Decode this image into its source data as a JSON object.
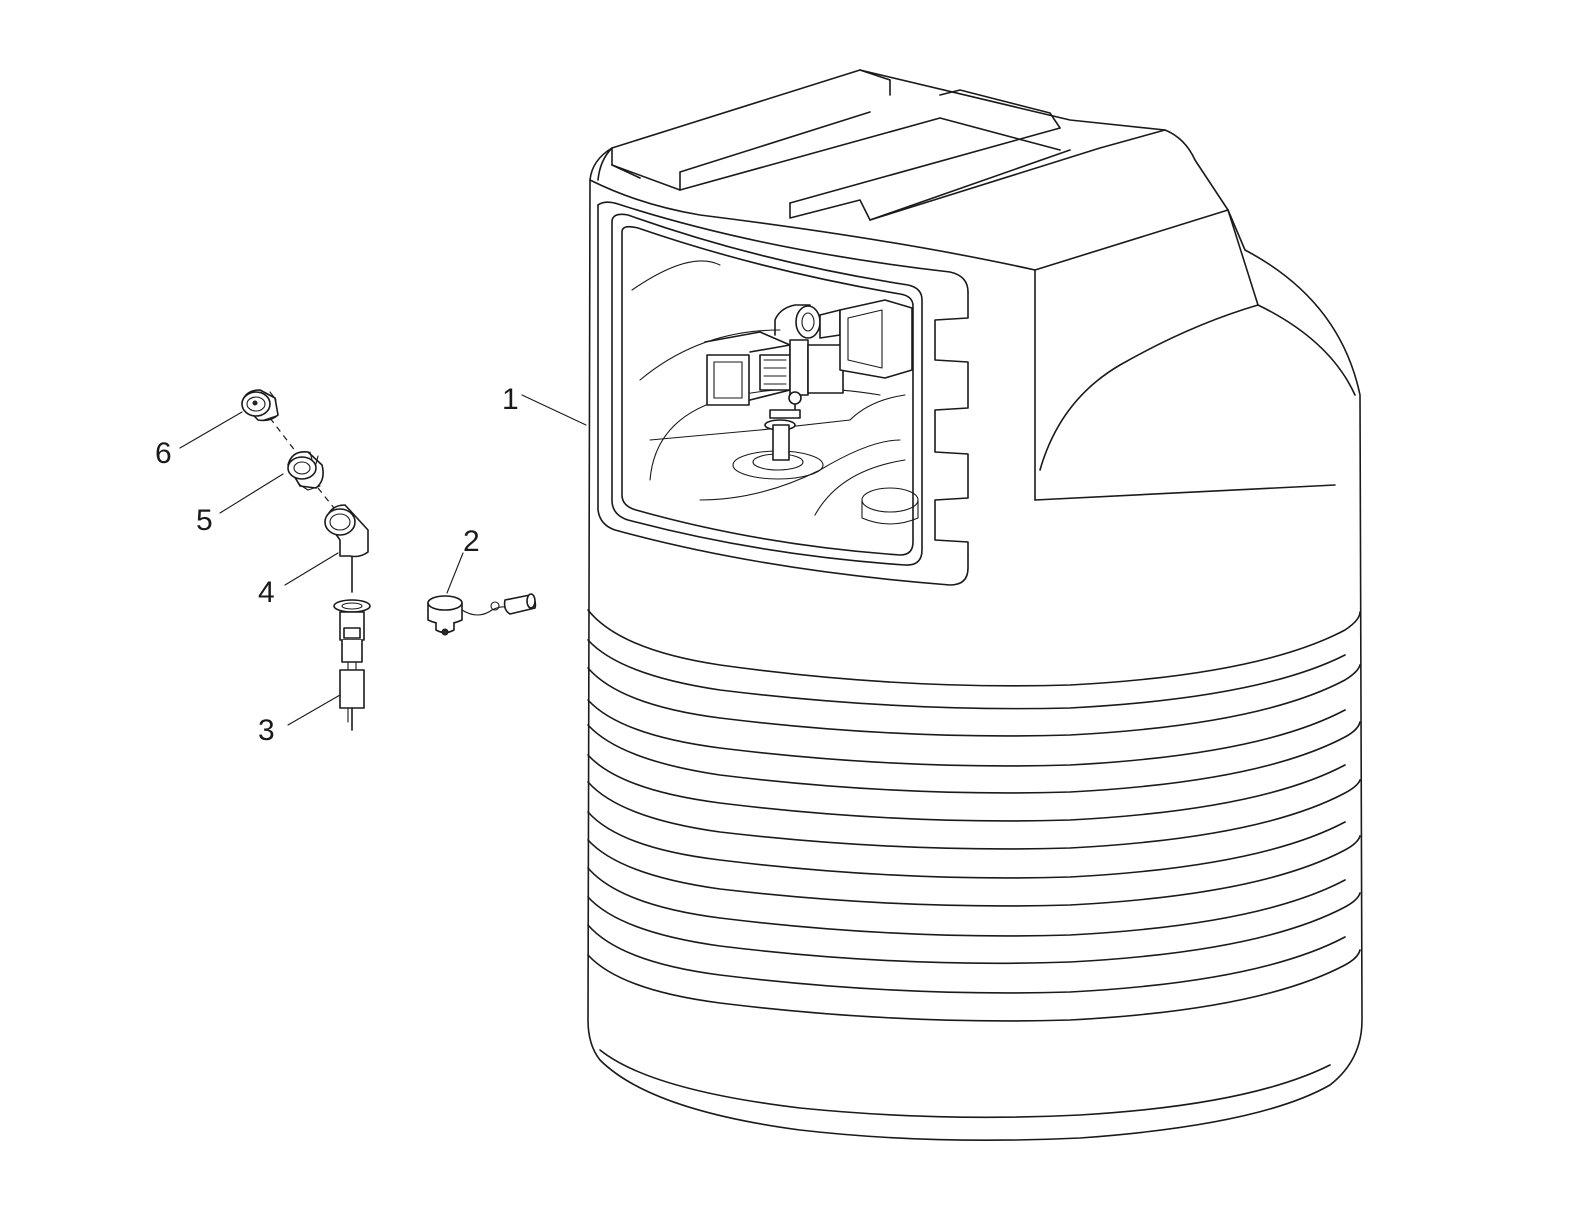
{
  "diagram": {
    "callouts": [
      {
        "id": "1",
        "label": "1"
      },
      {
        "id": "2",
        "label": "2"
      },
      {
        "id": "3",
        "label": "3"
      },
      {
        "id": "4",
        "label": "4"
      },
      {
        "id": "5",
        "label": "5"
      },
      {
        "id": "6",
        "label": "6"
      }
    ]
  },
  "colors": {
    "line": "#1a1a1a",
    "background": "#ffffff"
  }
}
